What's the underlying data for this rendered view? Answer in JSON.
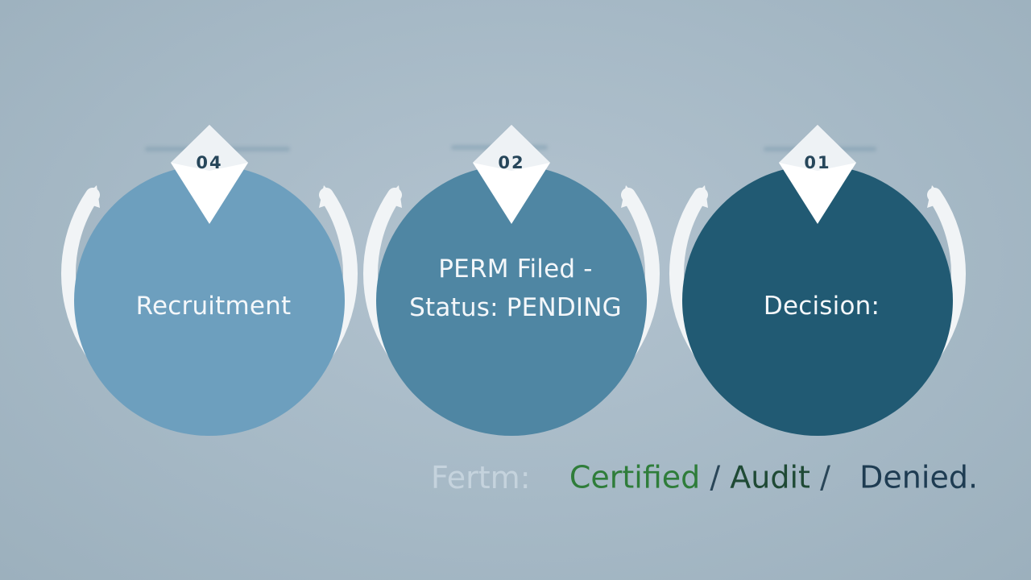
{
  "steps": [
    {
      "number": "04",
      "label_lines": [
        "Recruitment"
      ],
      "color": "#6d9fbe"
    },
    {
      "number": "02",
      "label_lines": [
        "PERM Filed -",
        "Status: PENDING"
      ],
      "color": "#4f86a3"
    },
    {
      "number": "01",
      "label_lines": [
        "Decision:"
      ],
      "color": "#215a73"
    }
  ],
  "legend": {
    "prefix": "Fertm:",
    "certified": "Certified",
    "sep1": "/",
    "audit": "Audit",
    "sep2": "/",
    "denied": "Denied."
  },
  "colors": {
    "ring": "#f1f4f6",
    "badge": "#ffffff",
    "certified": "#2f7d3a",
    "denied": "#1e3c52"
  }
}
